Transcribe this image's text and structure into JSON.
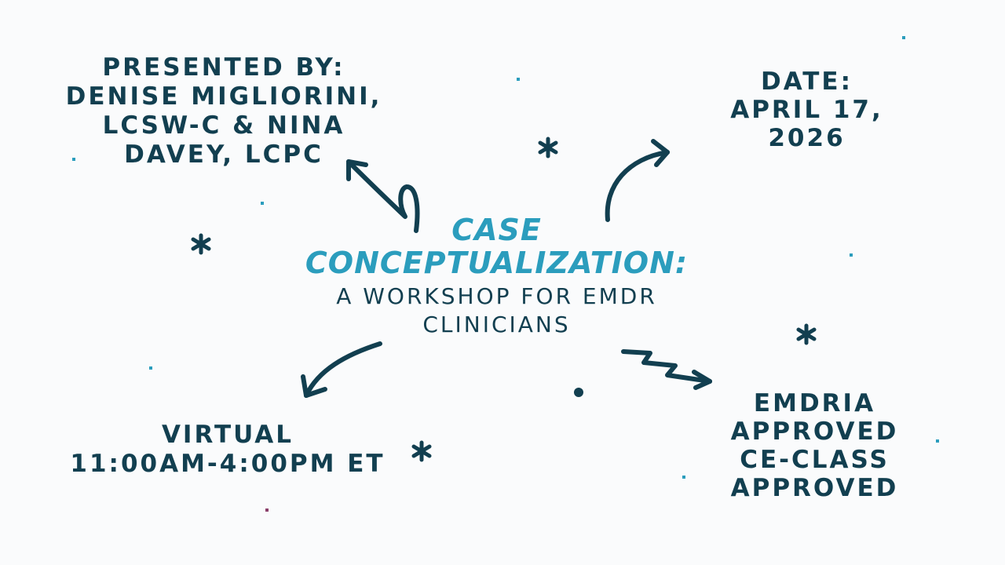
{
  "title": {
    "main": "CASE CONCEPTUALIZATION:",
    "subtitle": "A WORKSHOP FOR EMDR CLINICIANS"
  },
  "presenters": {
    "label": "PRESENTED BY:",
    "names": "DENISE MIGLIORINI, LCSW-C & NINA DAVEY, LCPC"
  },
  "date": {
    "label": "DATE:",
    "value": "APRIL 17, 2026"
  },
  "venue": {
    "format": "VIRTUAL",
    "time": "11:00AM-4:00PM ET"
  },
  "approval": {
    "line1": "EMDRIA APPROVED",
    "line2": "CE-CLASS APPROVED"
  },
  "colors": {
    "background": "#fafbfc",
    "text_dark": "#123f50",
    "accent": "#2b9dbd",
    "speck_magenta": "#8a3f6a"
  },
  "decorations": {
    "arrows": [
      "arrow-to-presenters",
      "arrow-to-date",
      "arrow-to-venue",
      "zigzag-arrow-to-approval"
    ],
    "stars": "asterisk-icon",
    "dots": "dot-icon"
  }
}
